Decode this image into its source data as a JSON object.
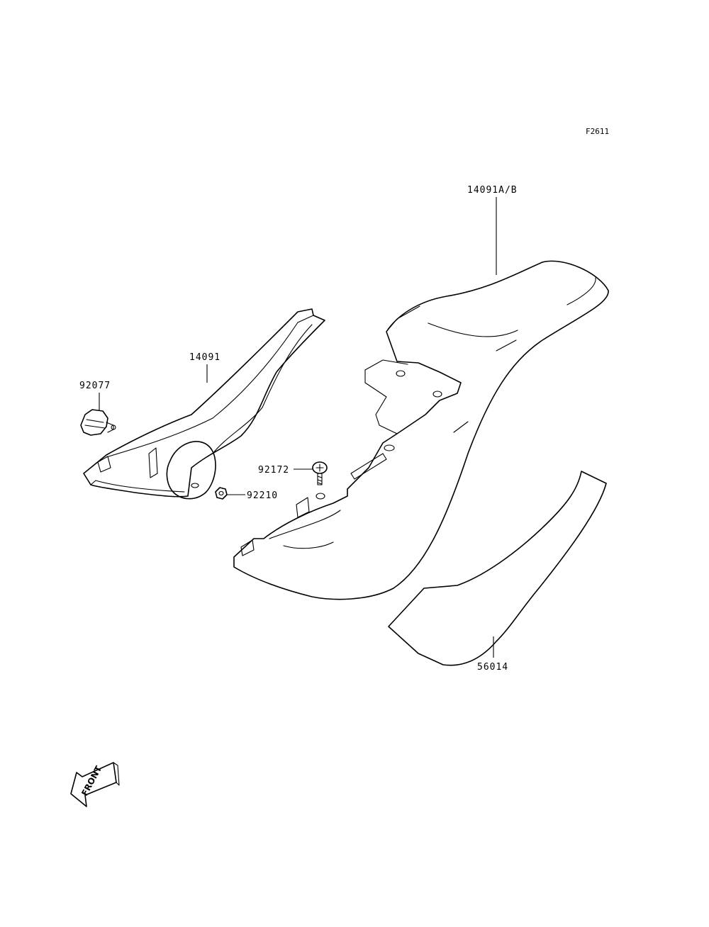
{
  "diagram": {
    "figure_code": "F2611",
    "callouts": {
      "p14091AB": "14091A/B",
      "p14091": "14091",
      "p92077": "92077",
      "p92172": "92172",
      "p92210": "92210",
      "p56014": "56014"
    },
    "front_arrow_text": "FRONT"
  }
}
